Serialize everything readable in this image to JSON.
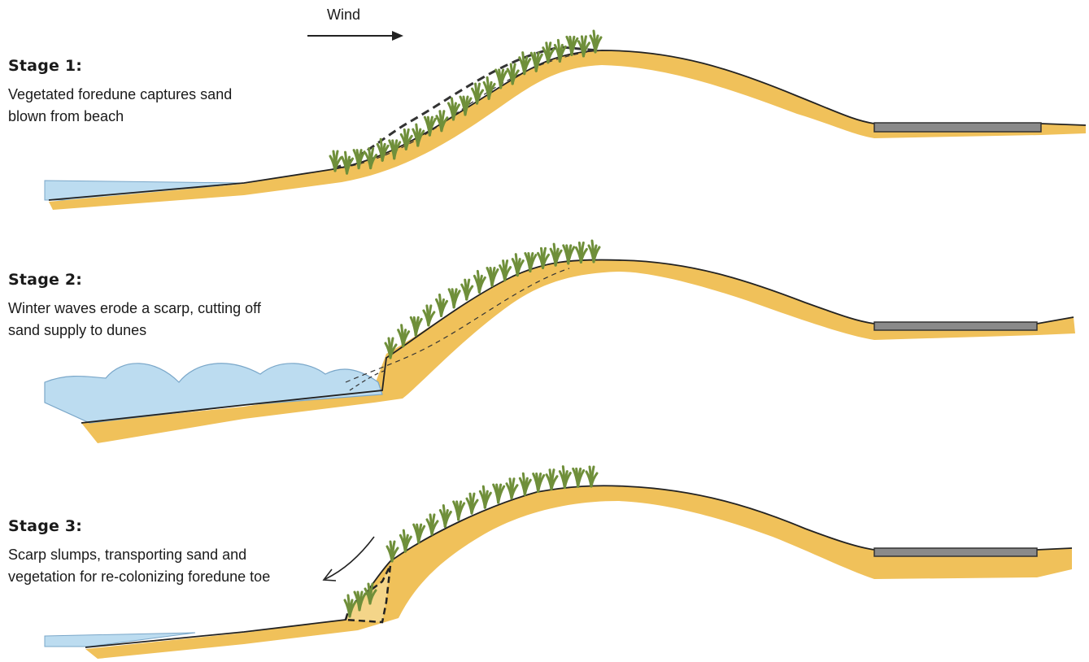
{
  "wind_label": "Wind",
  "stages": [
    {
      "title": "Stage 1:",
      "description_lines": [
        "Vegetated foredune captures sand",
        "blown from beach"
      ]
    },
    {
      "title": "Stage 2:",
      "description_lines": [
        "Winter waves erode a scarp, cutting off",
        "sand supply to dunes"
      ]
    },
    {
      "title": "Stage 3:",
      "description_lines": [
        "Scarp slumps, transporting sand and",
        "vegetation for re-colonizing foredune toe"
      ]
    }
  ],
  "colors": {
    "sand": "#f0c15a",
    "sand_dark": "#e3a83a",
    "water": "#bcdcf0",
    "water_edge": "#7aa7c9",
    "vegetation": "#6f8f3a",
    "vegetation_dark": "#4e6b28",
    "road": "#8a8a8a",
    "outline": "#222222"
  }
}
